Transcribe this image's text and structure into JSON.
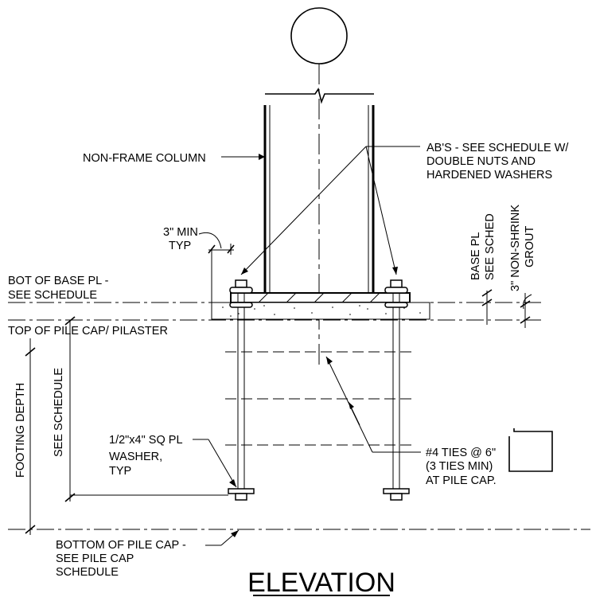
{
  "title": "ELEVATION",
  "labels": {
    "non_frame_column": "NON-FRAME COLUMN",
    "abs_line1": "AB'S - SEE SCHEDULE W/",
    "abs_line2": "DOUBLE NUTS AND",
    "abs_line3": "HARDENED WASHERS",
    "min_line1": "3\" MIN",
    "min_line2": "TYP",
    "base_pl_line1": "BASE PL",
    "base_pl_line2": "SEE SCHED",
    "grout": "3\" NON-SHRINK",
    "grout2": "GROUT",
    "bot_base_line1": "BOT OF BASE PL -",
    "bot_base_line2": "SEE SCHEDULE",
    "top_pile_cap": "TOP OF PILE CAP/ PILASTER",
    "footing_depth": "FOOTING DEPTH",
    "see_schedule": "SEE SCHEDULE",
    "washer_line1": "1/2\"x4\" SQ PL",
    "washer_line2": "WASHER,",
    "washer_line3": "TYP",
    "ties_line1": "#4 TIES @ 6\"",
    "ties_line2": "(3 TIES MIN)",
    "ties_line3": "AT PILE CAP.",
    "bottom_line1": "BOTTOM OF PILE CAP -",
    "bottom_line2": "SEE PILE CAP",
    "bottom_line3": "SCHEDULE"
  }
}
